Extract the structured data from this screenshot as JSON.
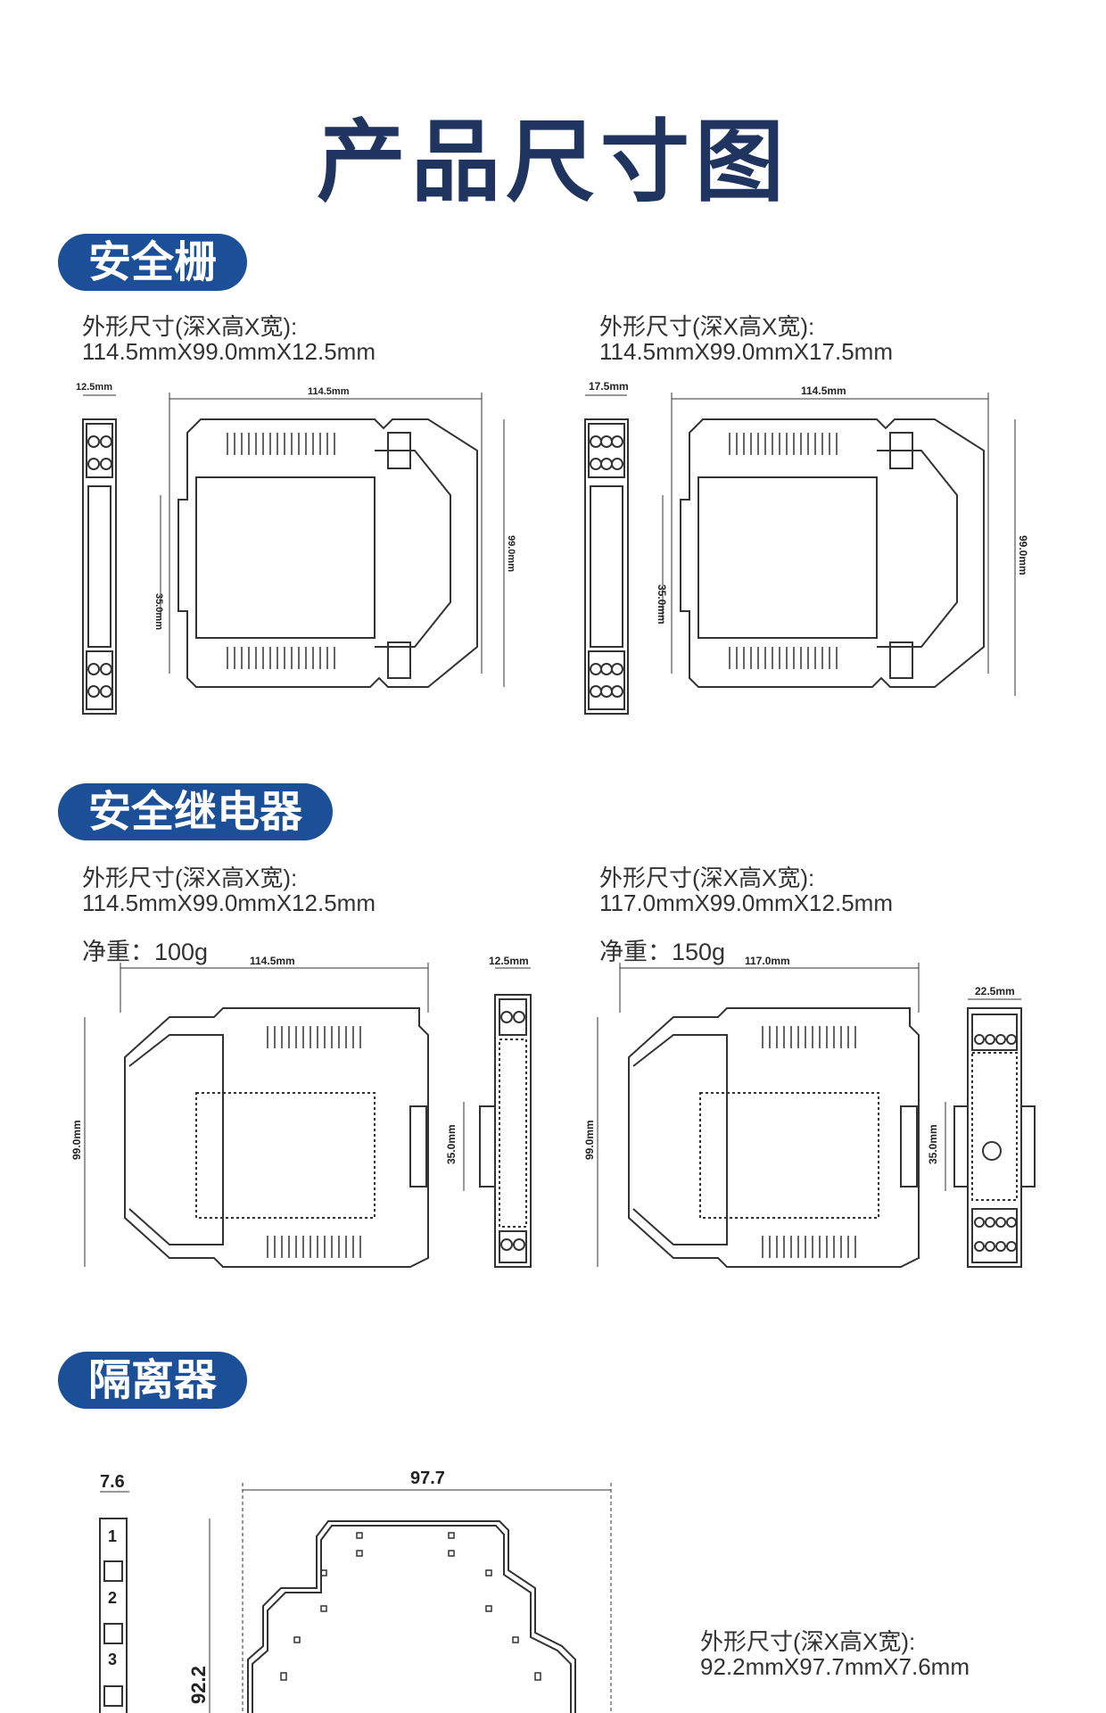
{
  "page_title": "产品尺寸图",
  "sections": {
    "barrier": {
      "label": "安全栅",
      "left": {
        "spec_label": "外形尺寸(深X高X宽):",
        "spec_value": "114.5mmX99.0mmX12.5mm",
        "dims": {
          "width": "12.5mm",
          "depth": "114.5mm",
          "rail": "35.0mm",
          "height": "99.0mm"
        }
      },
      "right": {
        "spec_label": "外形尺寸(深X高X宽):",
        "spec_value": "114.5mmX99.0mmX17.5mm",
        "dims": {
          "width": "17.5mm",
          "depth": "114.5mm",
          "rail": "35.0mm",
          "height": "99.0mm"
        }
      }
    },
    "relay": {
      "label": "安全继电器",
      "left": {
        "spec_label": "外形尺寸(深X高X宽):",
        "spec_value": "114.5mmX99.0mmX12.5mm",
        "weight": "净重：100g",
        "dims": {
          "depth": "114.5mm",
          "width": "12.5mm",
          "height": "99.0mm",
          "rail": "35.0mm"
        }
      },
      "right": {
        "spec_label": "外形尺寸(深X高X宽):",
        "spec_value": "117.0mmX99.0mmX12.5mm",
        "weight": "净重：150g",
        "dims": {
          "depth": "117.0mm",
          "width": "22.5mm",
          "height": "99.0mm",
          "rail": "35.0mm"
        }
      }
    },
    "isolator": {
      "label": "隔离器",
      "spec_label": "外形尺寸(深X高X宽):",
      "spec_value": "92.2mmX97.7mmX7.6mm",
      "dims": {
        "width": "7.6",
        "depth": "97.7",
        "height": "92.2"
      },
      "terminals": [
        "1",
        "2",
        "3"
      ]
    }
  },
  "colors": {
    "title": "#1f3560",
    "pill": "#1b4f98",
    "line": "#333333"
  }
}
